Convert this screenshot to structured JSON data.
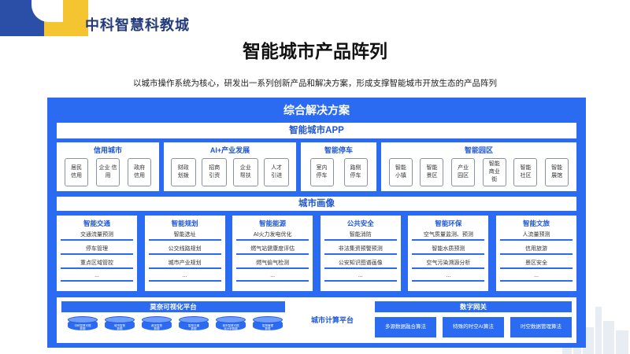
{
  "brand": "中科智慧科教城",
  "title": "智能城市产品阵列",
  "subtitle": "以城市操作系统为核心，研发出一系列创新产品和解决方案，形成支撑智能城市开放生态的产品阵列",
  "panel": {
    "title": "综合解决方案",
    "app_bar": "智能城市APP",
    "app_groups": [
      {
        "title": "信用城市",
        "items": [
          "居民\n信用",
          "企业 信\n用",
          "政府\n信用"
        ]
      },
      {
        "title": "AI+产业发展",
        "items": [
          "财政\n划拨",
          "招商\n引资",
          "企业\n帮扶",
          "人才\n引进"
        ]
      },
      {
        "title": "智能停车",
        "items": [
          "室内\n停车",
          "路侧\n停车"
        ]
      },
      {
        "title": "智能园区",
        "items": [
          "智能\n小镇",
          "智能\n景区",
          "产业\n园区",
          "智能\n商业\n街",
          "智能\n社区",
          "智能\n展馆"
        ]
      }
    ],
    "portrait_bar": "城市画像",
    "columns": [
      {
        "title": "智能交通",
        "items": [
          "交通流量预测",
          "停车管理",
          "重点区域管控"
        ],
        "more": "..."
      },
      {
        "title": "智能规划",
        "items": [
          "智能选址",
          "公交线路规划",
          "城市产业规划"
        ],
        "more": "..."
      },
      {
        "title": "智能能源",
        "items": [
          "AI火力发电优化",
          "燃气站健康度评估",
          "燃气偷气检测"
        ],
        "more": "..."
      },
      {
        "title": "公共安全",
        "items": [
          "智能消防",
          "非法集资预警预测",
          "公安知识图谱画像"
        ],
        "more": "..."
      },
      {
        "title": "智能环保",
        "items": [
          "空气质量监测、预测",
          "智能水质预测",
          "空气污染溯源分析"
        ],
        "more": "..."
      },
      {
        "title": "智能文旅",
        "items": [
          "人流量预测",
          "信用旅游",
          "景区安全"
        ],
        "more": "..."
      }
    ],
    "bottom": {
      "vis_platform": "莫奈可视化平台",
      "discs": [
        "中科智慧可视\n数据",
        "城市智慧\n数据",
        "政务智慧\n数据",
        "智慧交通\n数据",
        "城市智慧可视\n化分析数据",
        "智慧管理\n数据"
      ],
      "compute_platform": "城市计算平台",
      "gateway": "数字网关",
      "algorithms": [
        "多源数据融合算法",
        "特殊的时空AI算法",
        "时空数据管理算法"
      ]
    }
  },
  "colors": {
    "primary": "#2b6bf2",
    "accent_yellow": "#f4c531",
    "navy": "#2b4fa6"
  }
}
